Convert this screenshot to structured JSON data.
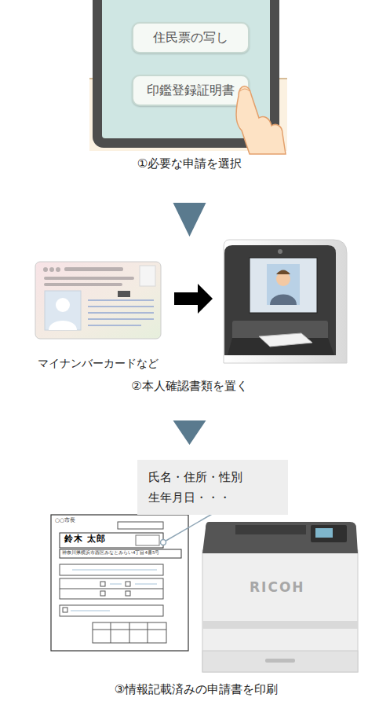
{
  "diagram": {
    "nodes": [
      {
        "text": [
          "①必要な申請を選択"
        ]
      },
      {
        "text": [
          "住民票の写し"
        ],
        "in": 0
      },
      {
        "text": [
          "印鑑登録証明書"
        ],
        "in": 0
      },
      {
        "text": [
          "②本人確認書類を置く"
        ]
      },
      {
        "text": [
          "マイナンバーカードなど"
        ],
        "in": 3
      },
      {
        "text": [
          "③情報記載済みの申請書を印刷"
        ]
      },
      {
        "text": [
          "氏名・住所・性別 生年月日・・・"
        ],
        "in": 5
      }
    ],
    "edges": [
      {
        "from": 0,
        "to": 3,
        "arrow": "to"
      },
      {
        "from": 3,
        "to": 5,
        "arrow": "to"
      }
    ],
    "labels": [
      "○○市長",
      "鈴木 太郎",
      "神奈川県横浜市西区みなとみらい4丁目4番5号",
      "RICOH"
    ]
  }
}
